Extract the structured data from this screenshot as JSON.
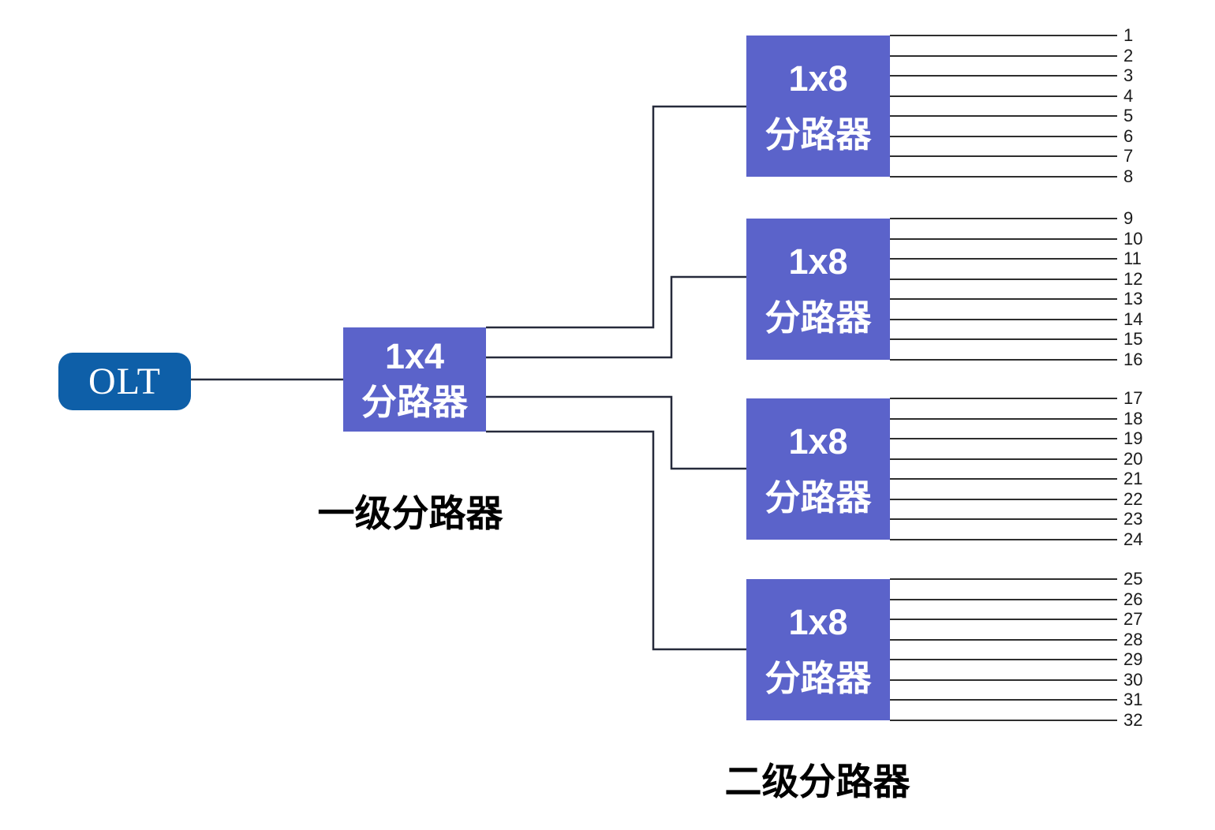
{
  "diagram": {
    "olt": {
      "label": "OLT"
    },
    "primary_splitter": {
      "ratio": "1x4",
      "name": "分路器"
    },
    "secondary_splitters": [
      {
        "ratio": "1x8",
        "name": "分路器"
      },
      {
        "ratio": "1x8",
        "name": "分路器"
      },
      {
        "ratio": "1x8",
        "name": "分路器"
      },
      {
        "ratio": "1x8",
        "name": "分路器"
      }
    ],
    "captions": {
      "level1": "一级分路器",
      "level2": "二级分路器"
    },
    "outputs": [
      "1",
      "2",
      "3",
      "4",
      "5",
      "6",
      "7",
      "8",
      "9",
      "10",
      "11",
      "12",
      "13",
      "14",
      "15",
      "16",
      "17",
      "18",
      "19",
      "20",
      "21",
      "22",
      "23",
      "24",
      "25",
      "26",
      "27",
      "28",
      "29",
      "30",
      "31",
      "32"
    ],
    "colors": {
      "olt_fill": "#0E5FA8",
      "splitter_fill": "#5B63CA",
      "connector_line": "#262A3B",
      "output_line": "#2E2E2E",
      "node_text": "#FFFFFF",
      "caption_text": "#000000",
      "output_text": "#1A1A1A"
    }
  }
}
